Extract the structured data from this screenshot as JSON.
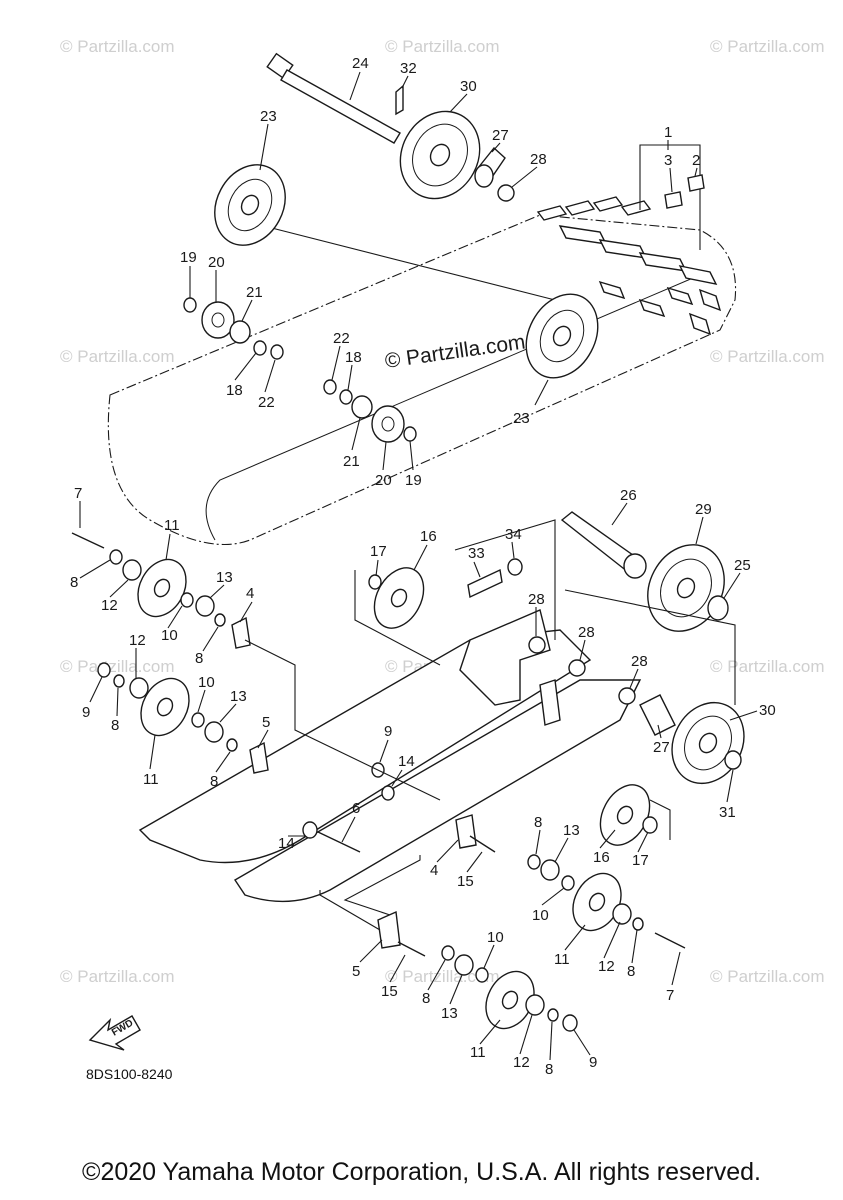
{
  "watermark": {
    "text": "© Partzilla.com",
    "center_text": "© Partzilla.com"
  },
  "diagram_code": "8DS100-8240",
  "fwd_label": "FWD",
  "copyright": "©2020 Yamaha Motor Corporation, U.S.A. All rights reserved.",
  "callouts": {
    "c1": "1",
    "c2": "2",
    "c3": "3",
    "c4a": "4",
    "c4b": "4",
    "c5a": "5",
    "c5b": "5",
    "c6": "6",
    "c7a": "7",
    "c7b": "7",
    "c8a": "8",
    "c8b": "8",
    "c8c": "8",
    "c8d": "8",
    "c8e": "8",
    "c8f": "8",
    "c8g": "8",
    "c8h": "8",
    "c9a": "9",
    "c9b": "9",
    "c9c": "9",
    "c10a": "10",
    "c10b": "10",
    "c10c": "10",
    "c10d": "10",
    "c11a": "11",
    "c11b": "11",
    "c11c": "11",
    "c11d": "11",
    "c12a": "12",
    "c12b": "12",
    "c12c": "12",
    "c12d": "12",
    "c13a": "13",
    "c13b": "13",
    "c13c": "13",
    "c13d": "13",
    "c14a": "14",
    "c14b": "14",
    "c15a": "15",
    "c15b": "15",
    "c16a": "16",
    "c16b": "16",
    "c17a": "17",
    "c17b": "17",
    "c18a": "18",
    "c18b": "18",
    "c19a": "19",
    "c19b": "19",
    "c20a": "20",
    "c20b": "20",
    "c21a": "21",
    "c21b": "21",
    "c22a": "22",
    "c22b": "22",
    "c23a": "23",
    "c23b": "23",
    "c24": "24",
    "c25": "25",
    "c26": "26",
    "c27a": "27",
    "c27b": "27",
    "c28a": "28",
    "c28b": "28",
    "c28c": "28",
    "c28d": "28",
    "c29": "29",
    "c30a": "30",
    "c30b": "30",
    "c31": "31",
    "c32": "32",
    "c33": "33",
    "c34": "34"
  }
}
